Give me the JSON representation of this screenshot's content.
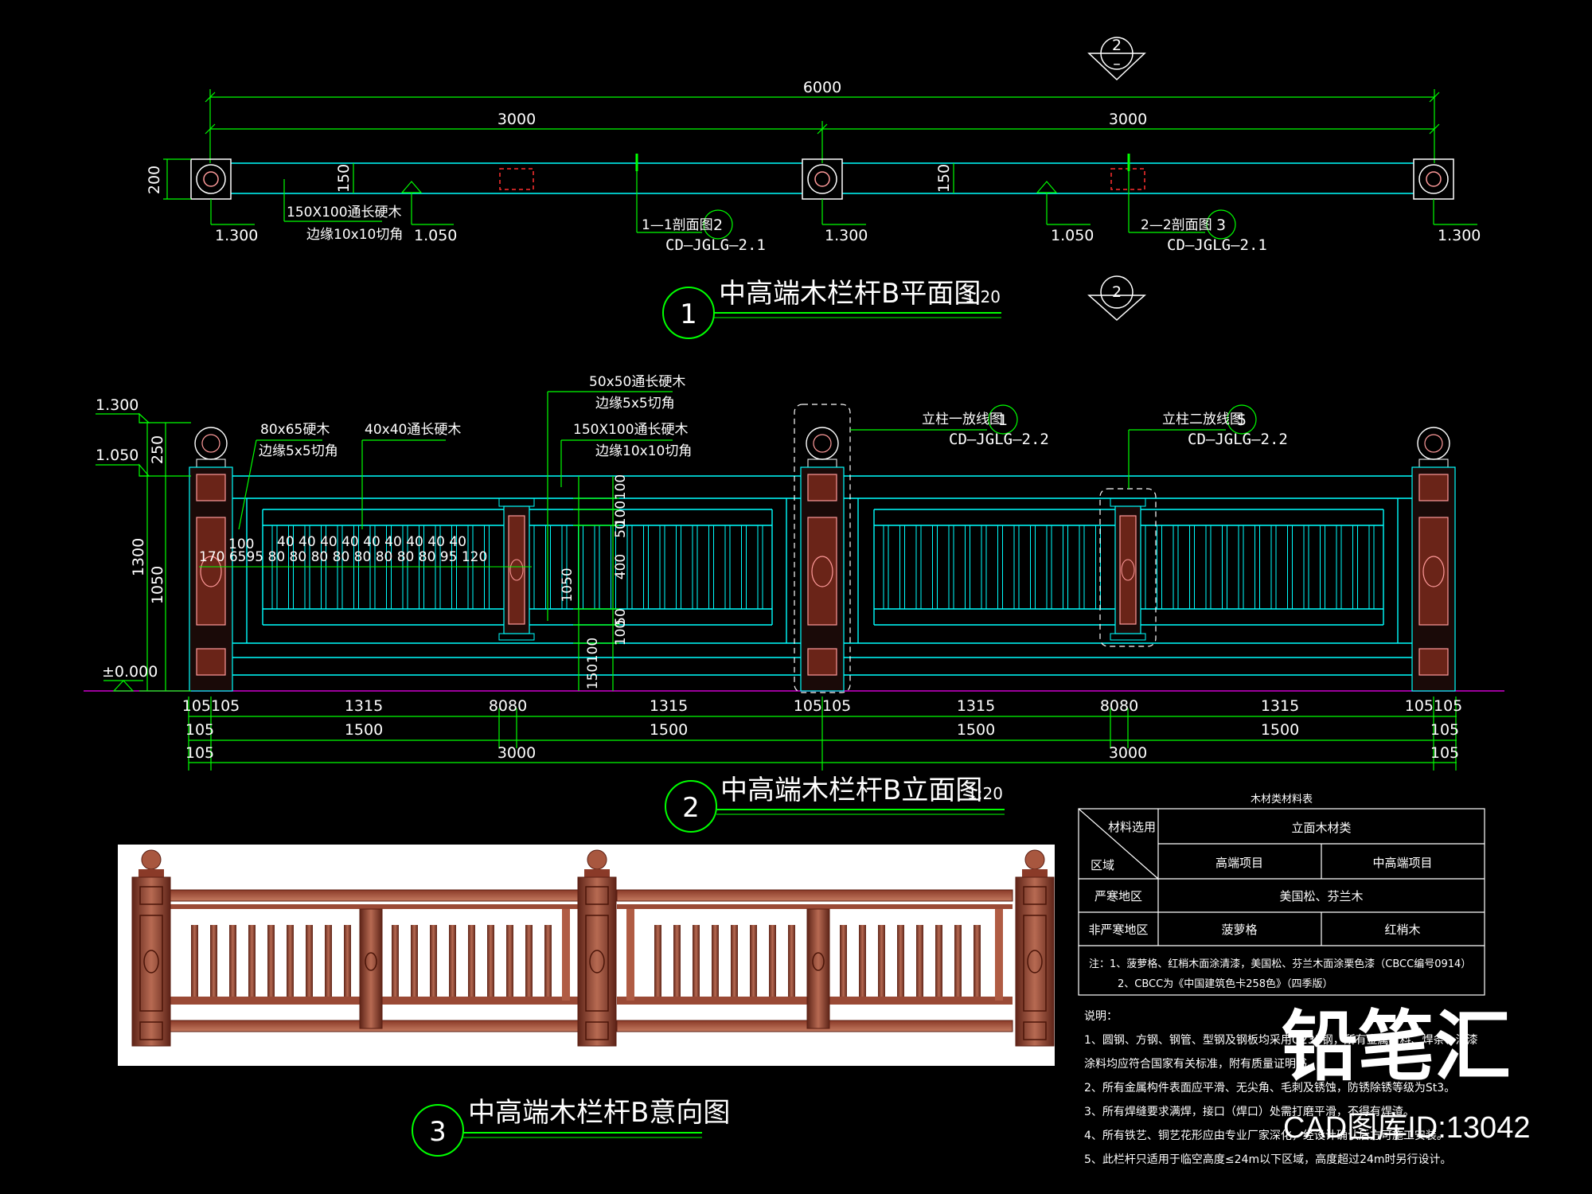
{
  "colors": {
    "background": "#000000",
    "dim_line": "#00ff00",
    "rail_line": "#00ffff",
    "wood_fill": "#7a2e22",
    "wood_outline": "#ff9a9a",
    "ground": "#d000d0",
    "title_underline": "#00ff00"
  },
  "plan": {
    "section_marker_top": [
      "2",
      "–"
    ],
    "dim_total": "6000",
    "dim_halves": [
      "3000",
      "3000"
    ],
    "depth_left": "200",
    "depth_inner": "150",
    "depth_inner2": "150",
    "rail_note_line1": "150X100通长硬木",
    "rail_note_line2": "边缘10x10切角",
    "levels": [
      "1.300",
      "1.050",
      "1.300",
      "1.050",
      "1.300"
    ],
    "section1_label": "1—1剖面图",
    "section1_num": "2",
    "section1_ref": "CD—JGLG—2.1",
    "section2_label": "2—2剖面图",
    "section2_num": "3",
    "section2_ref": "CD—JGLG—2.1",
    "title_num": "1",
    "title": "中高端木栏杆B平面图",
    "scale": "1:20",
    "section_marker_bottom": [
      "2",
      "–"
    ]
  },
  "elevation": {
    "level_top": "1.300",
    "level_mid": "1.050",
    "level_zero": "±0.000",
    "dim_250": "250",
    "dim_1300": "1300",
    "dim_1050": "1050",
    "note_post_line1": "80x65硬木",
    "note_post_line2": "边缘5x5切角",
    "note_baluster": "40x40通长硬木",
    "note_top_line1": "50x50通长硬木",
    "note_top_line2": "边缘5x5切角",
    "note_rail_line1": "150X100通长硬木",
    "note_rail_line2": "边缘10x10切角",
    "post_ref1_label": "立柱一放线图",
    "post_ref1_num": "1",
    "post_ref1_code": "CD—JGLG—2.2",
    "post_ref2_label": "立柱二放线图",
    "post_ref2_num": "5",
    "post_ref2_code": "CD—JGLG—2.2",
    "inner_dims_top_row": "40 40 40 40 40 40 40 40 40",
    "inner_dims_left": "100",
    "inner_dims_bottom_row": "170  6595  80  80  80  80  80  80  80  80  95 120",
    "vdims": [
      "100",
      "100",
      "50",
      "400",
      "1050",
      "50",
      "100",
      "100",
      "150"
    ],
    "row1": [
      "105105",
      "1315",
      "8080",
      "1315",
      "105105",
      "1315",
      "8080",
      "1315",
      "105105"
    ],
    "row2": [
      "105",
      "1500",
      "1500",
      "1500",
      "1500",
      "105"
    ],
    "row3": [
      "105",
      "3000",
      "3000",
      "105"
    ],
    "title_num": "2",
    "title": "中高端木栏杆B立面图",
    "scale": "1:20"
  },
  "render": {
    "title_num": "3",
    "title": "中高端木栏杆B意向图"
  },
  "material_table": {
    "caption": "木材类材料表",
    "header_left_top": "材料选用",
    "header_left_bottom": "区域",
    "header_span": "立面木材类",
    "col1": "高端项目",
    "col2": "中高端项目",
    "rows": [
      {
        "region": "严寒地区",
        "merged": "美国松、芬兰木"
      },
      {
        "region": "非严寒地区",
        "col1": "菠萝格",
        "col2": "红梢木"
      }
    ],
    "note_line1": "注：1、菠萝格、红梢木面涂清漆，美国松、芬兰木面涂栗色漆（CBCC编号0914）",
    "note_line2": "2、CBCC为《中国建筑色卡258色》（四季版）"
  },
  "notes": {
    "heading": "说明：",
    "items": [
      "1、圆钢、方钢、钢管、型钢及钢板均采用Q235钢，所有金属材料、焊条、油漆",
      "涂料均应符合国家有关标准，附有质量证明书。",
      "2、所有金属构件表面应平滑、无尖角、毛刺及锈蚀，防锈除锈等级为St3。",
      "3、所有焊缝要求满焊，接口（焊口）处需打磨平滑，不得有焊渣。",
      "4、所有铁艺、铜艺花形应由专业厂家深化，经设计确认后方可施工安装。",
      "5、此栏杆只适用于临空高度≤24m以下区域，高度超过24m时另行设计。"
    ]
  },
  "watermark": {
    "brand": "铅笔汇",
    "id_text": "CAD图库ID:13042"
  }
}
